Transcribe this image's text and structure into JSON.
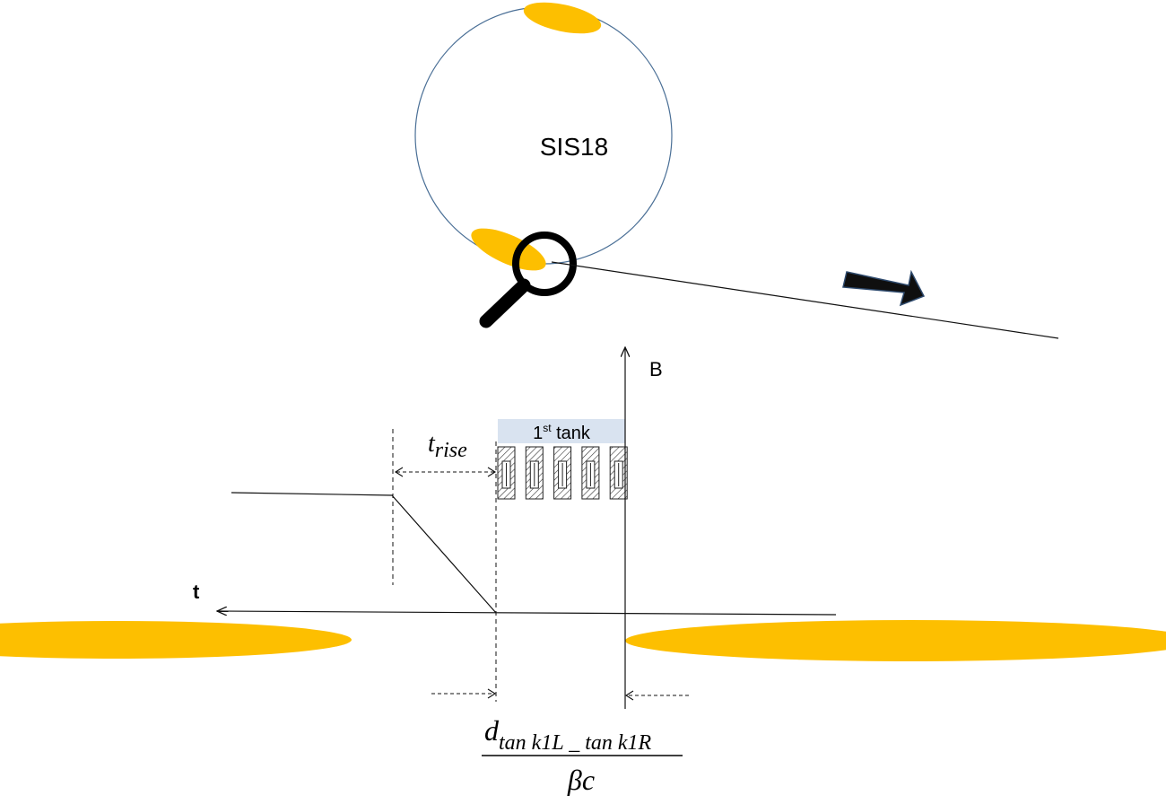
{
  "ring": {
    "label": "SIS18"
  },
  "plot": {
    "y_axis_label": "B",
    "x_axis_label": "t",
    "rise_label_main": "t",
    "rise_label_sub": "rise",
    "tank_label_num": "1",
    "tank_label_sup": "st",
    "tank_label_word": " tank",
    "gap_count": 5
  },
  "formula": {
    "numerator_main": "d",
    "numerator_sub": "tan k1L _ tan k1R",
    "denominator": "βc"
  },
  "colors": {
    "bunch": "#FDBF00",
    "ring": "#4A6F96",
    "tank_bg": "#D9E3F0",
    "line": "#111111"
  }
}
